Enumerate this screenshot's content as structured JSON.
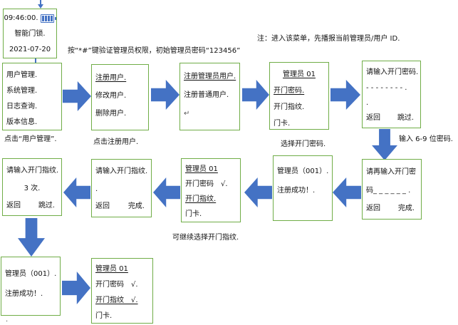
{
  "colors": {
    "box_border": "#70AD47",
    "arrow_blue": "#4472C4"
  },
  "notes": {
    "verify": "按“*#”键验证管理员权限，初始管理员密码“123456”",
    "menu": "注：进入该菜单，先播报当前管理员/用户 ID."
  },
  "captions": {
    "click_user_mgmt": "点击“用户管理”.",
    "click_register": "点击注册用户.",
    "select_pwd": "选择开门密码.",
    "pwd_length": "输入 6-9 位密码.",
    "continue_fp": "可继续选择开门指纹.",
    "stray": "."
  },
  "boxes": {
    "clock": {
      "time": "09:46:00.",
      "title": "智能门锁.",
      "date": "2021-07-20"
    },
    "main_menu": {
      "items": [
        "用户管理.",
        "系统管理.",
        "日志查询.",
        "版本信息."
      ]
    },
    "user_menu": {
      "items": [
        "注册用户.",
        "修改用户.",
        "删除用户."
      ]
    },
    "register_menu": {
      "items": [
        "注册管理员用户.",
        "注册普通用户.",
        "↵"
      ]
    },
    "admin_menu_1": {
      "header": "管理员 01",
      "items": [
        "开门密码.",
        "开门指纹.",
        "门卡."
      ]
    },
    "pwd_entry": {
      "l0": "请输入开门密码.",
      "l1": "- - - - - - - - .",
      "l2": ".",
      "back": "返回",
      "skip": "跳过."
    },
    "pwd_confirm": {
      "l0": "请再输入开门密",
      "l1": "码_ _ _ _ _ _ .",
      "back": "返回",
      "done": "完成."
    },
    "success_1": {
      "l0": "管理员（001）.",
      "l1": "注册成功！."
    },
    "admin_menu_2": {
      "header": "管理员 01",
      "items": [
        "开门密码　√.",
        "开门指纹.",
        "门卡."
      ]
    },
    "fp_confirm": {
      "l0": "请输入开门指纹.",
      "l1": ".",
      "back": "返回",
      "done": "完成."
    },
    "fp_entry": {
      "l0": "请输入开门指纹.",
      "l1": "3 次.",
      "back": "返回",
      "skip": "跳过."
    },
    "success_2": {
      "l0": "管理员（001）.",
      "l1": "注册成功！."
    },
    "admin_menu_3": {
      "header": "管理员 01",
      "items": [
        "开门密码　√.",
        "开门指纹　√.",
        "门卡."
      ]
    }
  }
}
